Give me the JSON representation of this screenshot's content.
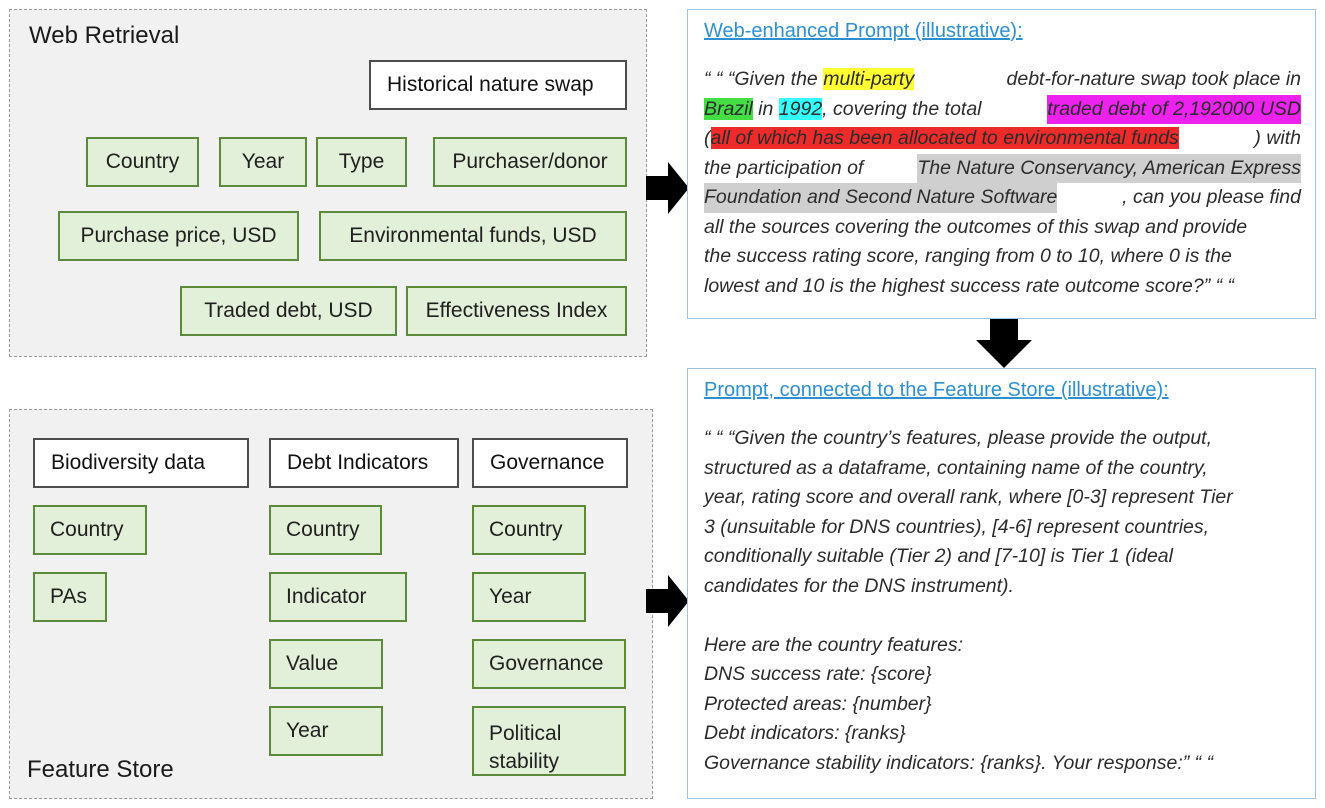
{
  "web_retrieval": {
    "title": "Web Retrieval",
    "header": "Historical nature swap",
    "fields": [
      "Country",
      "Year",
      "Type",
      "Purchaser/donor",
      "Purchase price, USD",
      "Environmental funds, USD",
      "Traded debt, USD",
      "Effectiveness Index"
    ]
  },
  "feature_store": {
    "title": "Feature Store",
    "columns": [
      {
        "header": "Biodiversity data",
        "items": [
          "Country",
          "PAs"
        ]
      },
      {
        "header": "Debt Indicators",
        "items": [
          "Country",
          "Indicator",
          "Value",
          "Year"
        ]
      },
      {
        "header": "Governance",
        "items": [
          "Country",
          "Year",
          "Governance",
          "Political stability"
        ]
      }
    ]
  },
  "web_prompt": {
    "title": "Web-enhanced Prompt (illustrative):",
    "l1_a": "“ “ “Given the ",
    "l1_hl": "multi-party",
    "l1_b": " debt-for-nature swap took place in",
    "l2_hl1": "Brazil",
    "l2_a": " in ",
    "l2_hl2": "1992",
    "l2_b": ", covering the total ",
    "l2_hl3": "traded debt of 2,192000 USD",
    "l3_a": "(",
    "l3_hl": "all of which has been allocated to environmental funds",
    "l3_b": ") with",
    "l4_a": "the participation of ",
    "l4_hl": "The Nature Conservancy, American Express",
    "l5_hl": "Foundation and Second Nature Software",
    "l5_b": ", can you please find",
    "l6": "all the sources covering the outcomes of this swap and provide",
    "l7": "the success rating score, ranging from 0 to 10, where 0 is the",
    "l8": "lowest and 10 is the highest success rate outcome score?” “ “"
  },
  "fs_prompt": {
    "title": "Prompt, connected to the Feature Store (illustrative):",
    "lines": [
      "“ “ “Given the country’s features, please provide the output,",
      "structured as a dataframe, containing name of the country,",
      "year, rating score and overall rank, where [0-3] represent Tier",
      "3 (unsuitable for DNS countries), [4-6] represent countries,",
      "conditionally suitable (Tier 2) and [7-10] is Tier 1 (ideal",
      "candidates for the DNS instrument)."
    ],
    "features_intro": "Here are the country features:",
    "features": [
      "DNS success rate: {score}",
      "Protected areas: {number}",
      "Debt indicators: {ranks}",
      "Governance stability indicators: {ranks}. Your response:” “ “"
    ]
  },
  "colors": {
    "field_fill": "#e2efd9",
    "field_border": "#5b8a3a",
    "link_blue": "#2e8fd0"
  }
}
